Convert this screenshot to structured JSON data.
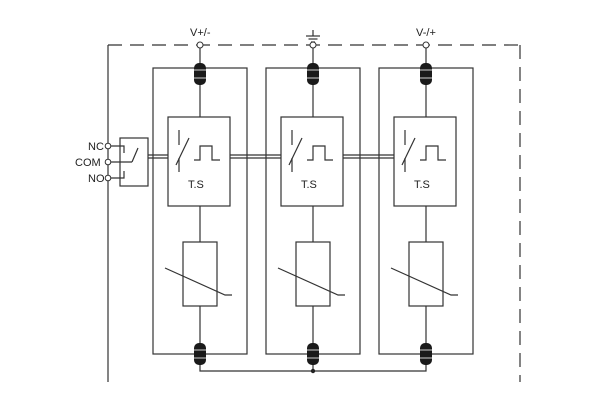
{
  "terminals": {
    "left": "V+/-",
    "middle": "",
    "right": "V-/+"
  },
  "remote_signal": {
    "nc": "NC",
    "com": "COM",
    "no": "NO"
  },
  "modules": [
    {
      "ts_label": "T.S"
    },
    {
      "ts_label": "T.S"
    },
    {
      "ts_label": "T.S"
    }
  ],
  "icons": {
    "ground": "ground-icon",
    "fuse": "fuse-icon",
    "thermal_switch": "thermal-switch-icon",
    "varistor": "varistor-icon"
  },
  "colors": {
    "line": "#333333",
    "fuse": "#1a1a1a"
  }
}
